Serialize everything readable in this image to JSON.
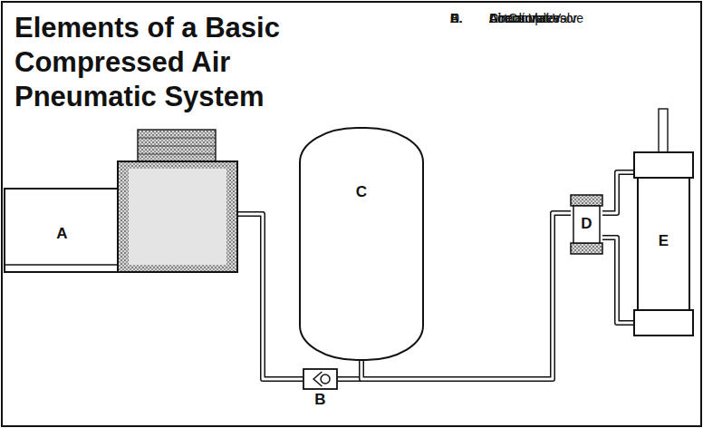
{
  "diagram": {
    "title": "Elements of a Basic Compressed Air Pneumatic System",
    "nodes": [
      {
        "text": [
          "A"
        ]
      },
      {
        "text": [
          "B"
        ]
      },
      {
        "text": [
          "C"
        ]
      },
      {
        "text": [
          "D"
        ]
      },
      {
        "text": [
          "E"
        ]
      }
    ],
    "edges": [
      {
        "from": 0,
        "to": 1,
        "arrow": "none"
      },
      {
        "from": 1,
        "to": 2,
        "arrow": "none"
      },
      {
        "from": 2,
        "to": 3,
        "arrow": "none"
      },
      {
        "from": 3,
        "to": 4,
        "arrow": "none"
      },
      {
        "from": 3,
        "to": 4,
        "arrow": "none"
      }
    ],
    "labels": [
      "A.",
      "Air Compressor",
      "B.",
      "Check Valve",
      "C.",
      "Accumulator",
      "D.",
      "Directional Valve",
      "E.",
      "Actuator"
    ]
  }
}
